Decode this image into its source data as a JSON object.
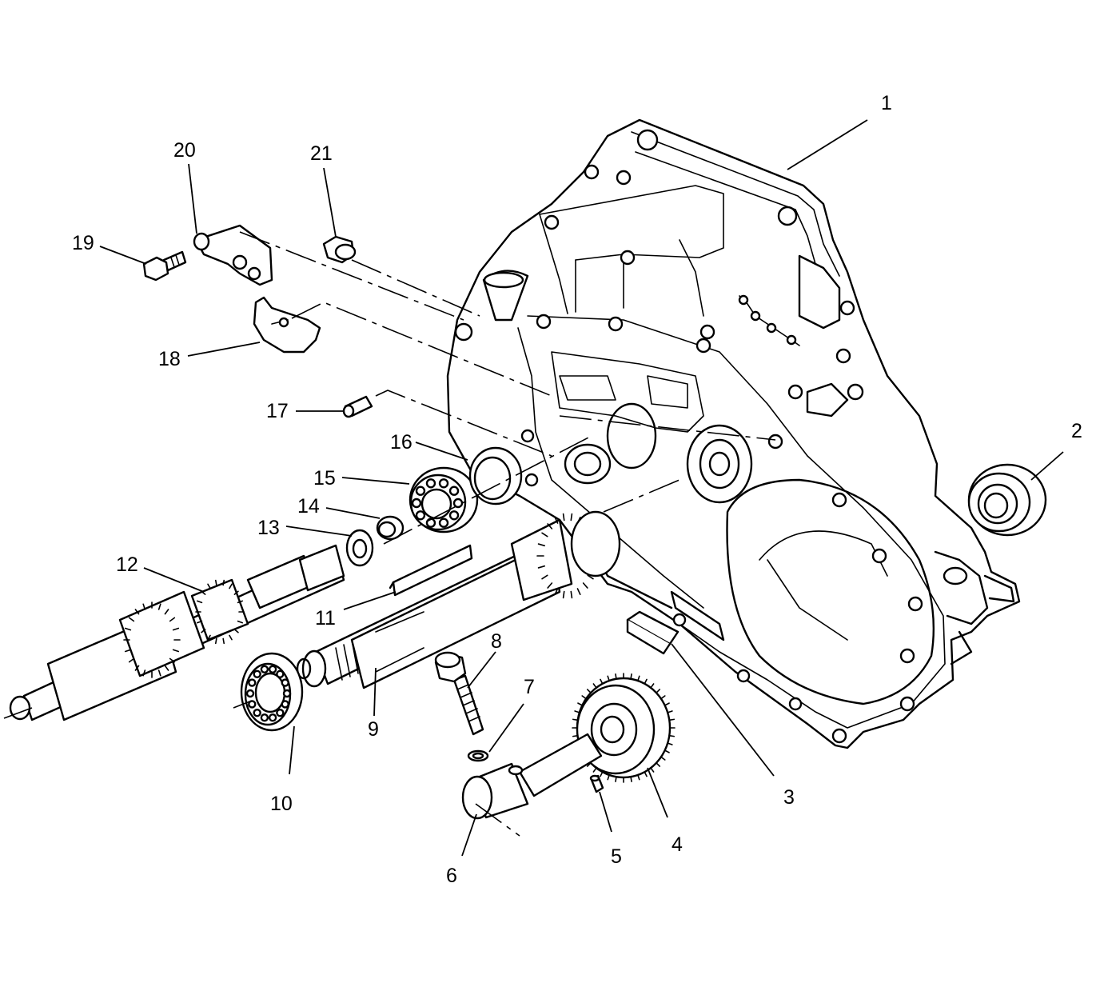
{
  "diagram": {
    "type": "exploded-parts-view",
    "line_color": "#000000",
    "background_color": "#ffffff",
    "callouts": [
      {
        "id": "1",
        "label": "1"
      },
      {
        "id": "2",
        "label": "2"
      },
      {
        "id": "3",
        "label": "3"
      },
      {
        "id": "4",
        "label": "4"
      },
      {
        "id": "5",
        "label": "5"
      },
      {
        "id": "6",
        "label": "6"
      },
      {
        "id": "7",
        "label": "7"
      },
      {
        "id": "8",
        "label": "8"
      },
      {
        "id": "9",
        "label": "9"
      },
      {
        "id": "10",
        "label": "10"
      },
      {
        "id": "11",
        "label": "11"
      },
      {
        "id": "12",
        "label": "12"
      },
      {
        "id": "13",
        "label": "13"
      },
      {
        "id": "14",
        "label": "14"
      },
      {
        "id": "15",
        "label": "15"
      },
      {
        "id": "16",
        "label": "16"
      },
      {
        "id": "17",
        "label": "17"
      },
      {
        "id": "18",
        "label": "18"
      },
      {
        "id": "19",
        "label": "19"
      },
      {
        "id": "20",
        "label": "20"
      },
      {
        "id": "21",
        "label": "21"
      }
    ]
  }
}
